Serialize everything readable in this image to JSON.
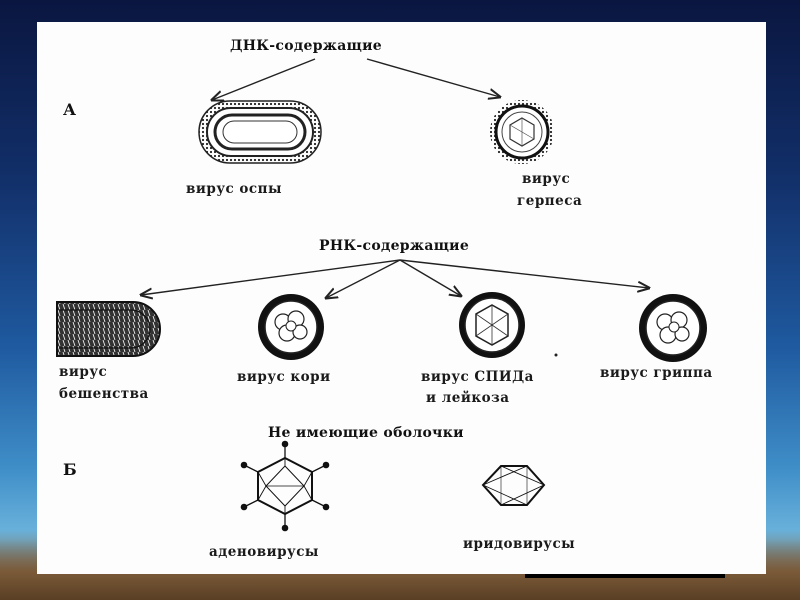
{
  "groups": {
    "dna": {
      "marker": "А",
      "heading": "ДНК-содержащие"
    },
    "rna": {
      "heading": "РНК-содержащие"
    },
    "naked": {
      "marker": "Б",
      "heading": "Не имеющие оболочки"
    }
  },
  "viruses": {
    "pox": {
      "line1": "вирус оспы"
    },
    "herpes": {
      "line1": "вирус",
      "line2": "герпеса"
    },
    "rabies": {
      "line1": "вирус",
      "line2": "бешенства"
    },
    "measles": {
      "line1": "вирус кори"
    },
    "hiv": {
      "line1": "вирус СПИДа",
      "line2": "и лейкоза"
    },
    "flu": {
      "line1": "вирус гриппа"
    },
    "adeno": {
      "line1": "аденовирусы"
    },
    "irido": {
      "line1": "иридовирусы"
    }
  },
  "colors": {
    "ink": "#1a1a1a",
    "panel": "#fdfdfd"
  }
}
